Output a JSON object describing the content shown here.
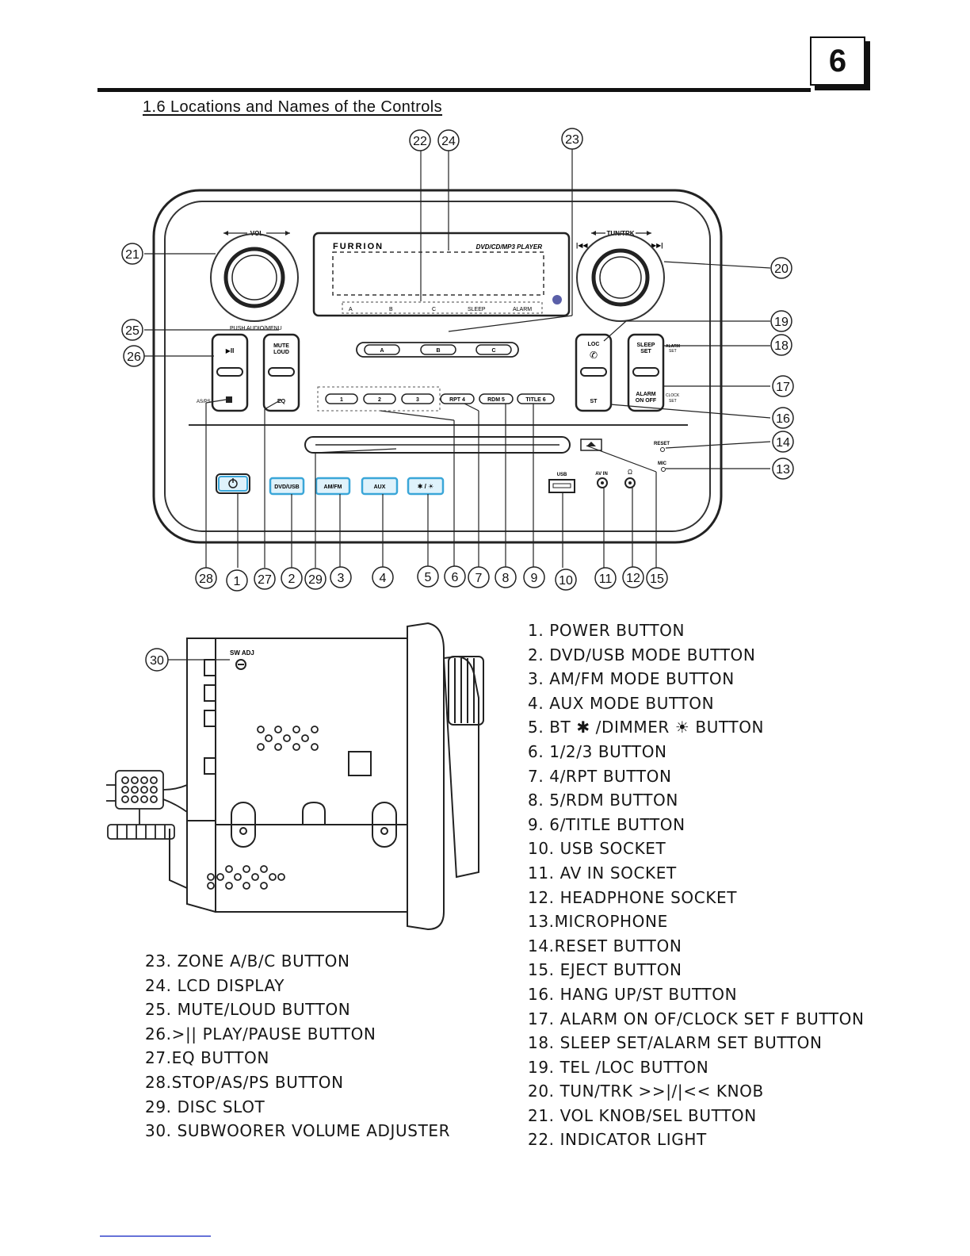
{
  "page_number": "6",
  "section_title": "1.6  Locations and Names of the Controls",
  "front_panel": {
    "brand": "FURRION",
    "display_caption": "DVD/CD/MP3 PLAYER",
    "indicators": [
      "A",
      "B",
      "C",
      "SLEEP",
      "ALARM"
    ],
    "vol_label": "VOL",
    "tun_label": "TUN/TRK",
    "prev_symbol": "|◀◀",
    "next_symbol": "▶▶|",
    "push_label": "PUSH AUDIO/MENU",
    "play_pause": "▶II",
    "as_ps": "AS/PS",
    "mute": "MUTE",
    "loud": "LOUD",
    "eq": "EQ",
    "zone_buttons": [
      "A",
      "B",
      "C"
    ],
    "preset_buttons": [
      "1",
      "2",
      "3",
      "RPT 4",
      "RDM 5",
      "TITLE 6"
    ],
    "loc": "LOC",
    "st": "ST",
    "sleep": "SLEEP",
    "set": "SET",
    "alarm_set_1": "ALARM",
    "alarm_set_2": "SET",
    "alarm": "ALARM",
    "on_off": "ON OFF",
    "clock_set_1": "CLOCK",
    "clock_set_2": "SET",
    "reset": "RESET",
    "mic": "MIC",
    "mode_buttons": [
      "DVD/USB",
      "AM/FM",
      "AUX",
      "✱ / ☀"
    ],
    "usb": "USB",
    "av_in": "AV IN",
    "headphone": "Ω"
  },
  "callouts": [
    "1",
    "2",
    "3",
    "4",
    "5",
    "6",
    "7",
    "8",
    "9",
    "10",
    "11",
    "12",
    "13",
    "14",
    "15",
    "16",
    "17",
    "18",
    "19",
    "20",
    "21",
    "22",
    "23",
    "24",
    "25",
    "26",
    "27",
    "28",
    "29",
    "30"
  ],
  "side_view": {
    "sw_adj": "SW ADJ"
  },
  "controls_right": [
    "1. POWER BUTTON",
    "2. DVD/USB MODE BUTTON",
    "3. AM/FM MODE BUTTON",
    "4. AUX  MODE BUTTON",
    "5. BT ✱ /DIMMER ☀ BUTTON",
    "6. 1/2/3 BUTTON",
    "7. 4/RPT BUTTON",
    "8. 5/RDM BUTTON",
    "9. 6/TITLE BUTTON",
    "10. USB SOCKET",
    "11. AV IN SOCKET",
    "12. HEADPHONE SOCKET",
    "13.MICROPHONE",
    "14.RESET BUTTON",
    "15. EJECT BUTTON",
    "16. HANG UP/ST  BUTTON",
    "17. ALARM ON OF/CLOCK SET F BUTTON",
    "18. SLEEP SET/ALARM SET BUTTON",
    "19. TEL /LOC BUTTON",
    "20. TUN/TRK >>|/|<<  KNOB",
    "21. VOL KNOB/SEL BUTTON",
    "22. INDICATOR LIGHT"
  ],
  "controls_left": [
    "23. ZONE A/B/C BUTTON",
    "24. LCD  DISPLAY",
    "25. MUTE/LOUD BUTTON",
    "26.>|| PLAY/PAUSE BUTTON",
    "27.EQ BUTTON",
    "28.STOP/AS/PS BUTTON",
    "29. DISC SLOT",
    "30. SUBWOORER  VOLUME  ADJUSTER"
  ]
}
